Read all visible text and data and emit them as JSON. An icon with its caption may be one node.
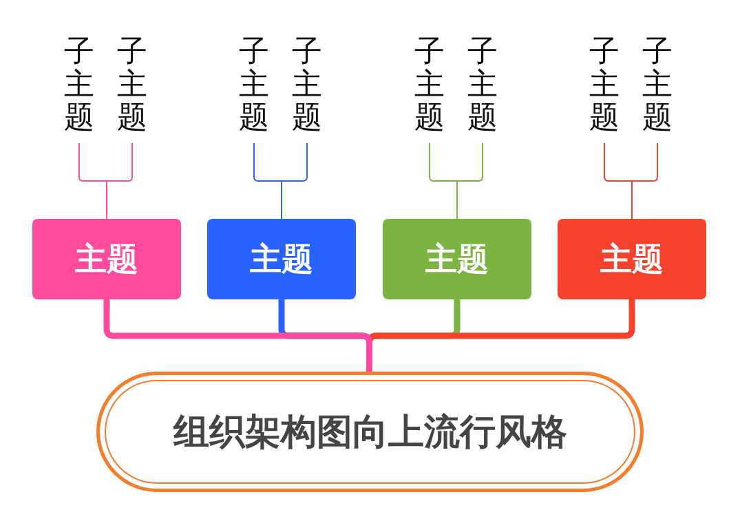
{
  "diagram": {
    "nodes": [
      {
        "text": [
          "组织架构图向上流行风格"
        ]
      },
      {
        "text": [
          "主题"
        ]
      },
      {
        "text": [
          "主题"
        ]
      },
      {
        "text": [
          "主题"
        ]
      },
      {
        "text": [
          "主题"
        ]
      },
      {
        "text": [
          "子主题"
        ]
      },
      {
        "text": [
          "子主题"
        ]
      },
      {
        "text": [
          "子主题"
        ]
      },
      {
        "text": [
          "子主题"
        ]
      },
      {
        "text": [
          "子主题"
        ]
      },
      {
        "text": [
          "子主题"
        ]
      },
      {
        "text": [
          "子主题"
        ]
      },
      {
        "text": [
          "子主题"
        ]
      }
    ],
    "edges": [
      {
        "from": 1,
        "to": 0,
        "arrow": "none",
        "style": "thick",
        "color": "#ff4a9e"
      },
      {
        "from": 2,
        "to": 0,
        "arrow": "none",
        "style": "thick",
        "color": "#2962ff"
      },
      {
        "from": 3,
        "to": 0,
        "arrow": "none",
        "style": "thick",
        "color": "#7cb342"
      },
      {
        "from": 4,
        "to": 0,
        "arrow": "none",
        "style": "thick",
        "color": "#f4422f"
      },
      {
        "from": 1,
        "to": 5,
        "arrow": "none",
        "color": "#ff4a9e"
      },
      {
        "from": 1,
        "to": 6,
        "arrow": "none",
        "color": "#ff4a9e"
      },
      {
        "from": 2,
        "to": 7,
        "arrow": "none",
        "color": "#2962ff"
      },
      {
        "from": 2,
        "to": 8,
        "arrow": "none",
        "color": "#2962ff"
      },
      {
        "from": 3,
        "to": 9,
        "arrow": "none",
        "color": "#7cb342"
      },
      {
        "from": 3,
        "to": 10,
        "arrow": "none",
        "color": "#7cb342"
      },
      {
        "from": 4,
        "to": 11,
        "arrow": "none",
        "color": "#f4422f"
      },
      {
        "from": 4,
        "to": 12,
        "arrow": "none",
        "color": "#f4422f"
      }
    ]
  }
}
